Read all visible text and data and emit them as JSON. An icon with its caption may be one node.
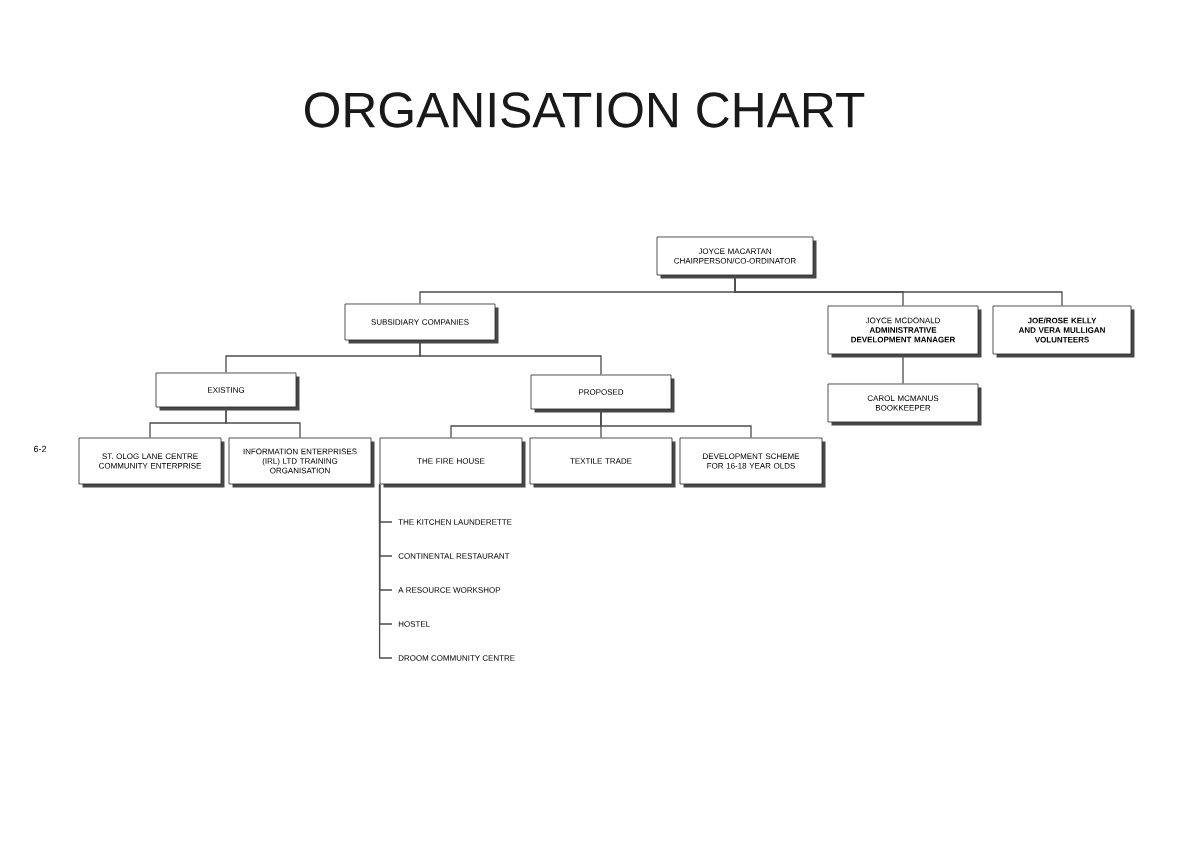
{
  "diagram": {
    "title": "ORGANISATION CHART",
    "nodes": [
      {
        "text": [
          "JOYCE MACARTAN",
          "CHAIRPERSON/CO-ORDINATOR"
        ]
      },
      {
        "text": [
          "SUBSIDIARY COMPANIES"
        ]
      },
      {
        "text": [
          "JOYCE MCDONALD",
          "ADMINISTRATIVE DEVELOPMENT MANAGER"
        ]
      },
      {
        "text": [
          "JOE/ROSE KELLY AND VERA MULLIGAN",
          "VOLUNTEERS"
        ]
      },
      {
        "text": [
          "EXISTING"
        ]
      },
      {
        "text": [
          "PROPOSED"
        ]
      },
      {
        "text": [
          "CAROL MCMANUS",
          "BOOKKEEPER"
        ]
      },
      {
        "text": [
          "ST. OLOG LANE CENTRE COMMUNITY ENTERPRISE"
        ]
      },
      {
        "text": [
          "INFORMATION ENTERPRISES (IRL) LTD TRAINING ORGANISATION"
        ]
      },
      {
        "text": [
          "THE FIRE HOUSE"
        ]
      },
      {
        "text": [
          "TEXTILE TRADE"
        ]
      },
      {
        "text": [
          "DEVELOPMENT SCHEME FOR 16-18 YEAR OLDS"
        ]
      },
      {
        "text": [
          "THE KITCHEN LAUNDERETTE"
        ]
      },
      {
        "text": [
          "CONTINENTAL RESTAURANT"
        ]
      },
      {
        "text": [
          "A RESOURCE WORKSHOP"
        ]
      },
      {
        "text": [
          "HOSTEL"
        ]
      },
      {
        "text": [
          "DROOM COMMUNITY CENTRE"
        ]
      }
    ],
    "edges": [
      {
        "from": 0,
        "to": 1,
        "arrow": "none"
      },
      {
        "from": 0,
        "to": 2,
        "arrow": "none"
      },
      {
        "from": 0,
        "to": 3,
        "arrow": "none"
      },
      {
        "from": 1,
        "to": 4,
        "arrow": "none"
      },
      {
        "from": 1,
        "to": 5,
        "arrow": "none"
      },
      {
        "from": 2,
        "to": 6,
        "arrow": "none"
      },
      {
        "from": 4,
        "to": 7,
        "arrow": "none"
      },
      {
        "from": 4,
        "to": 8,
        "arrow": "none"
      },
      {
        "from": 5,
        "to": 9,
        "arrow": "none"
      },
      {
        "from": 5,
        "to": 10,
        "arrow": "none"
      },
      {
        "from": 5,
        "to": 11,
        "arrow": "none"
      },
      {
        "from": 9,
        "to": 12,
        "arrow": "none"
      },
      {
        "from": 9,
        "to": 13,
        "arrow": "none"
      },
      {
        "from": 9,
        "to": 14,
        "arrow": "none"
      },
      {
        "from": 9,
        "to": 15,
        "arrow": "none"
      },
      {
        "from": 9,
        "to": 16,
        "arrow": "none"
      }
    ],
    "labels": [
      "6-2"
    ]
  }
}
